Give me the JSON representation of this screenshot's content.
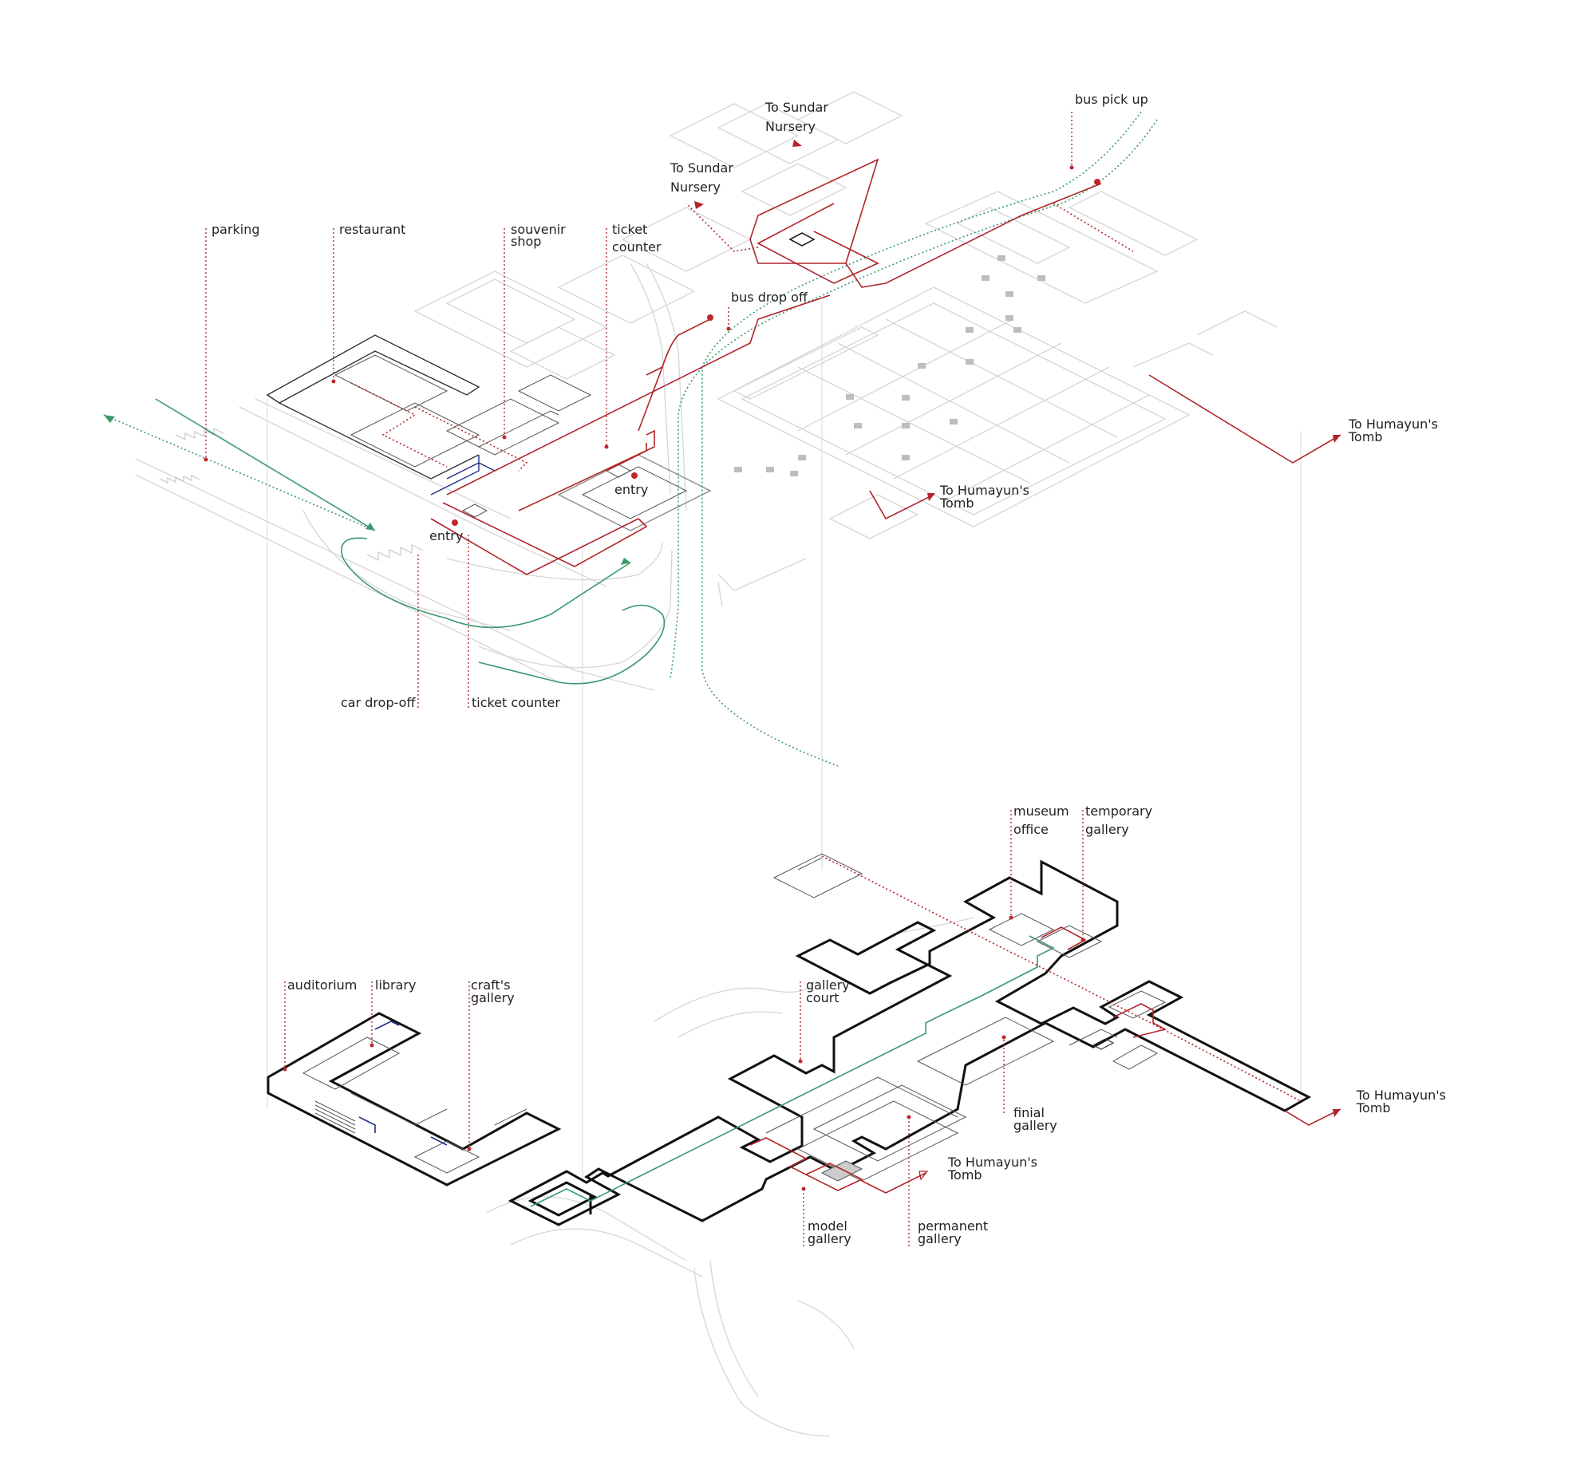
{
  "colors": {
    "route_red": "#b0252a",
    "route_green": "#3a9a6e",
    "route_blue": "#1f2f8a",
    "context_grey": "#d6d6d6",
    "wall_black": "#111111"
  },
  "upper_level": {
    "labels": {
      "parking": "parking",
      "restaurant": "restaurant",
      "souvenir_line1": "souvenir",
      "souvenir_line2": "shop",
      "ticket_top_line1": "ticket",
      "ticket_top_line2": "counter",
      "bus_drop_off": "bus drop off",
      "bus_pick_up": "bus pick up",
      "sundar1_line1": "To Sundar",
      "sundar1_line2": "Nursery",
      "sundar2_line1": "To Sundar",
      "sundar2_line2": "Nursery",
      "entry_left": "entry",
      "entry_right": "entry",
      "car_drop_off": "car drop-off",
      "ticket_bottom": "ticket counter",
      "humayun_upper1_line1": "To Humayun's",
      "humayun_upper1_line2": "Tomb",
      "humayun_upper2_line1": "To Humayun's",
      "humayun_upper2_line2": "Tomb"
    }
  },
  "lower_level": {
    "labels": {
      "auditorium": "auditorium",
      "library": "library",
      "crafts_line1": "craft's",
      "crafts_line2": "gallery",
      "museum_office_line1": "museum",
      "museum_office_line2": "office",
      "temporary_line1": "temporary",
      "temporary_line2": "gallery",
      "gallery_court_line1": "gallery",
      "gallery_court_line2": "court",
      "finial_line1": "finial",
      "finial_line2": "gallery",
      "model_line1": "model",
      "model_line2": "gallery",
      "permanent_line1": "permanent",
      "permanent_line2": "gallery",
      "humayun_lower1_line1": "To Humayun's",
      "humayun_lower1_line2": "Tomb",
      "humayun_lower2_line1": "To Humayun's",
      "humayun_lower2_line2": "Tomb"
    }
  }
}
